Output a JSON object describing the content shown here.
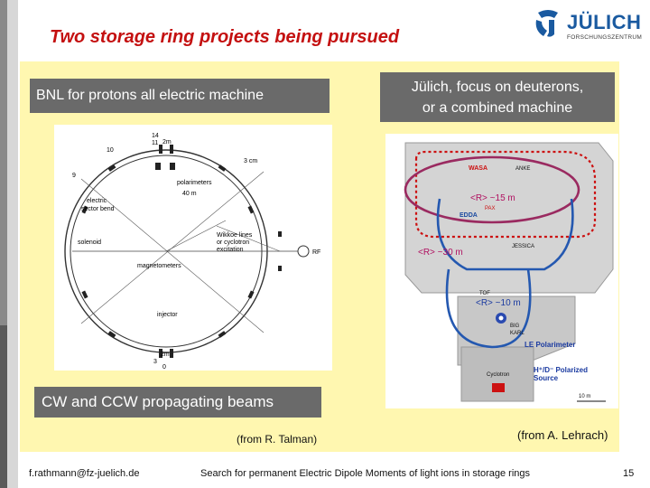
{
  "slide": {
    "title": "Two storage ring projects being pursued",
    "logo": {
      "name": "JÜLICH",
      "sub": "FORSCHUNGSZENTRUM"
    },
    "left": {
      "header": "BNL for protons all electric machine",
      "credit": "(from R. Talman)",
      "diagram_labels": {
        "n14": "14",
        "n11": "11",
        "m2a": "2m",
        "n10": "10",
        "n9": "9",
        "cm3": "3 cm",
        "polarimeters": "polarimeters",
        "m40": "40 m",
        "electric": "electric",
        "bend": "sector bend",
        "solenoid": "solenoid",
        "wiki1": "Wikkoe lines",
        "wiki2": "or cyclotron",
        "wiki3": "excitation",
        "magneto": "magnetometers",
        "injector": "injector",
        "m2b": "2m",
        "n3": "3",
        "n0": "0",
        "rf": "RF"
      }
    },
    "right": {
      "header_line1": "Jülich, focus on deuterons,",
      "header_line2": "or a combined machine",
      "credit": "(from A. Lehrach)",
      "diagram_labels": {
        "wasa": "WASA",
        "anke": "ANKE",
        "r15": "<R> ~15 m",
        "pax": "PAX",
        "edda": "EDDA",
        "r30": "<R> ~30 m",
        "jessica": "JESSICA",
        "tof": "TOF",
        "r10": "<R> ~10 m",
        "big": "BIG",
        "karl": "KARL",
        "lepol": "LE Polarimeter",
        "source1": "H⁺/D⁻ Polarized",
        "source2": "Source",
        "cyclotron": "Cyclotron",
        "scale": "10 m"
      }
    },
    "banner": "CW and CCW propagating beams",
    "footer": {
      "author": "f.rathmann@fz-juelich.de",
      "subject": "Search for permanent Electric Dipole Moments of light ions in storage rings",
      "page": "15"
    },
    "colors": {
      "title": "#c41010",
      "panel": "#fff7b0",
      "header_bg": "#6a6a6a",
      "logo": "#1a5aa0"
    }
  }
}
